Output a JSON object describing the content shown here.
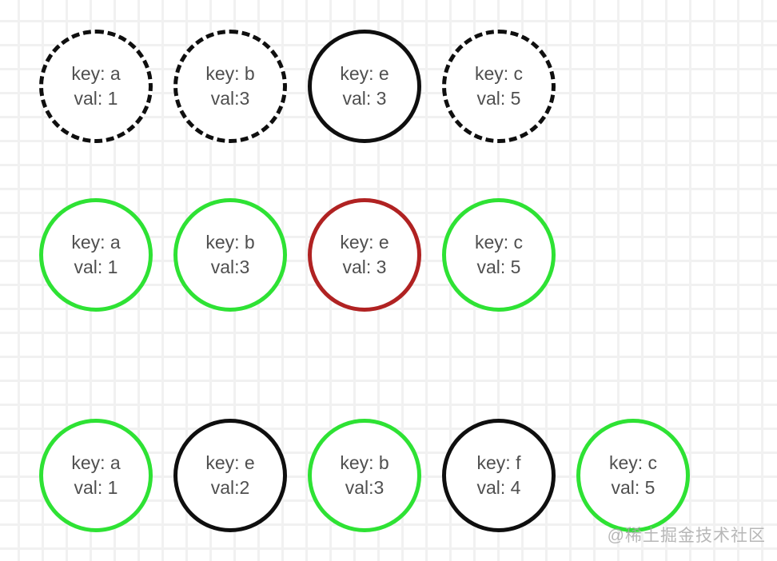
{
  "colors": {
    "black": "#0f0f0f",
    "green": "#2ee234",
    "red": "#b02222",
    "text": "#4f4f4f",
    "grid_line": "#f1f1f1",
    "background": "#ffffff",
    "watermark": "#a5a5a5"
  },
  "watermark": {
    "text": "@稀土掘金技术社区"
  },
  "rows": [
    {
      "nodes": [
        {
          "key": "key: a",
          "val": "val: 1",
          "border_style": "dashed",
          "border_color": "black"
        },
        {
          "key": "key: b",
          "val": "val:3",
          "border_style": "dashed",
          "border_color": "black"
        },
        {
          "key": "key: e",
          "val": "val: 3",
          "border_style": "solid",
          "border_color": "black"
        },
        {
          "key": "key: c",
          "val": "val: 5",
          "border_style": "dashed",
          "border_color": "black"
        }
      ]
    },
    {
      "nodes": [
        {
          "key": "key: a",
          "val": "val: 1",
          "border_style": "solid",
          "border_color": "green"
        },
        {
          "key": "key: b",
          "val": "val:3",
          "border_style": "solid",
          "border_color": "green"
        },
        {
          "key": "key: e",
          "val": "val: 3",
          "border_style": "solid",
          "border_color": "red"
        },
        {
          "key": "key: c",
          "val": "val: 5",
          "border_style": "solid",
          "border_color": "green"
        }
      ]
    },
    {
      "nodes": [
        {
          "key": "key: a",
          "val": "val: 1",
          "border_style": "solid",
          "border_color": "green"
        },
        {
          "key": "key: e",
          "val": "val:2",
          "border_style": "solid",
          "border_color": "black"
        },
        {
          "key": "key: b",
          "val": "val:3",
          "border_style": "solid",
          "border_color": "green"
        },
        {
          "key": "key: f",
          "val": "val: 4",
          "border_style": "solid",
          "border_color": "black"
        },
        {
          "key": "key: c",
          "val": "val: 5",
          "border_style": "solid",
          "border_color": "green"
        }
      ]
    }
  ]
}
